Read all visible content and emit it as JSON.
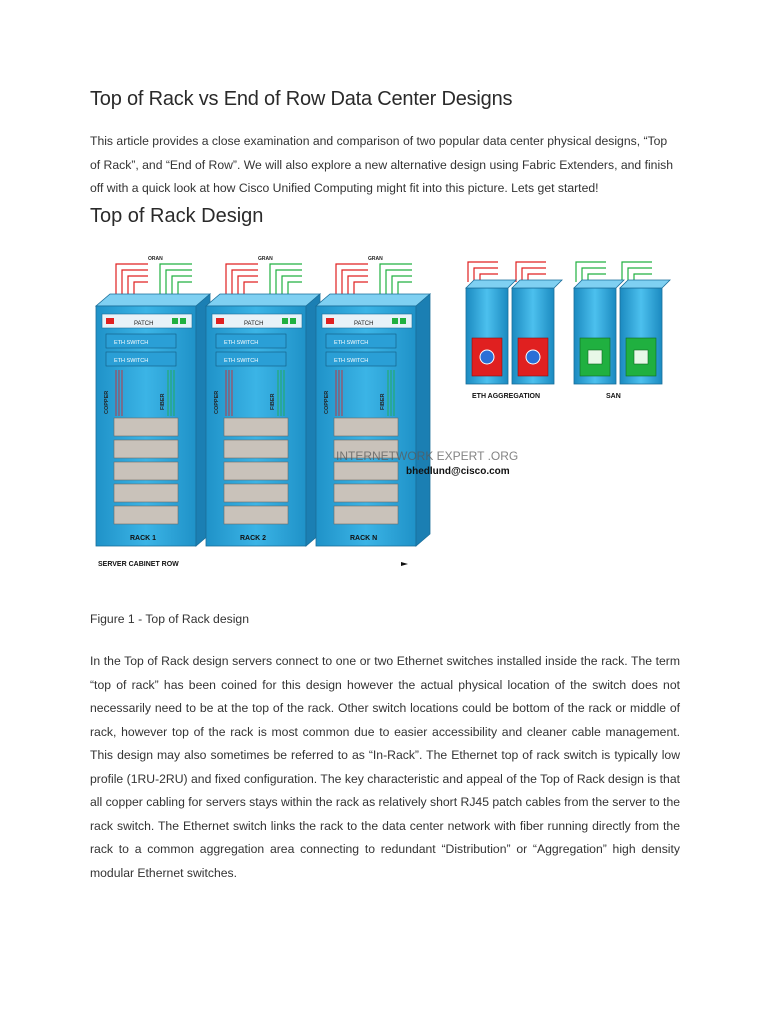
{
  "article": {
    "title": "Top of Rack vs End of Row Data Center Designs",
    "intro": "This article provides a close examination and comparison of two popular data center physical designs, “Top of Rack”, and “End of Row”. We will also explore a new alternative design using Fabric Extenders, and finish off with a quick look at how Cisco Unified Computing might fit into this picture. Lets get started!",
    "section_title": "Top of Rack Design",
    "caption": "Figure 1 - Top of Rack design",
    "body": "In the Top of Rack design servers connect to one or two Ethernet switches installed inside the rack. The term “top of rack” has been coined for this design however the actual physical location of the switch does not necessarily need to be at the top of the rack. Other switch locations could be bottom of the rack or middle of rack, however top of the rack is most common due to easier accessibility and cleaner cable management. This design may also sometimes be referred to as “In-Rack”. The Ethernet top of rack switch is typically low profile (1RU-2RU) and fixed configuration. The key characteristic and appeal of the Top of Rack design is that all copper cabling for servers stays within the rack as relatively short RJ45 patch cables from the server to the rack switch. The Ethernet switch links the rack to the data center network with fiber running directly from the rack to a common aggregation area connecting to redundant “Distribution” or “Aggregation” high density modular Ethernet switches."
  },
  "figure": {
    "racks": [
      {
        "label": "RACK 1",
        "top_label": "ORAN"
      },
      {
        "label": "RACK 2",
        "top_label": "GRAN"
      },
      {
        "label": "RACK N",
        "top_label": "GRAN"
      }
    ],
    "patch_label": "PATCH",
    "switch_label": "ETH SWITCH",
    "copper_label": "COPPER",
    "fiber_label": "FIBER",
    "row_label": "SERVER CABINET ROW",
    "aggregation_label": "ETH AGGREGATION",
    "san_label": "SAN",
    "watermark": "INTERNETWORK EXPERT .ORG",
    "email": "bhedlund@cisco.com",
    "colors": {
      "rack": "#2aa7dc",
      "rack_dark": "#1b7fb3",
      "switch": "#2a9fd6",
      "red": "#e02020",
      "green": "#20b040",
      "server": "#c8c0b8"
    }
  }
}
